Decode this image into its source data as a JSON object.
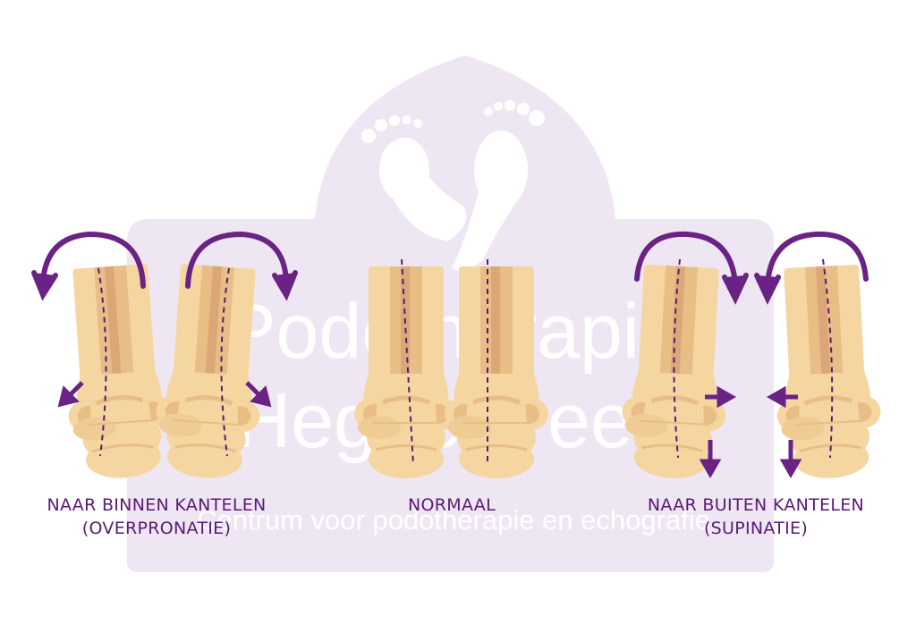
{
  "watermark": {
    "line1": "Podotherapie",
    "line2": "Heggestreek",
    "line3": "Centrum voor podotherapie en echografie"
  },
  "captions": {
    "left_line1": "NAAR BINNEN KANTELEN",
    "left_line2": "(OVERPRONATIE)",
    "middle": "NORMAAL",
    "right_line1": "NAAR BUITEN KANTELEN",
    "right_line2": "(SUPINATIE)"
  },
  "colors": {
    "watermark_fill": "#efe6f3",
    "watermark_text": "#ffffff",
    "caption_text": "#5a1a73",
    "arrow": "#6a2384",
    "bone_light": "#f5d6a0",
    "bone_mid": "#e9bd86",
    "bone_dark": "#dca777",
    "axis_line": "#5a1a73"
  },
  "icons": {
    "watermark_logo": "footprints-icon",
    "rotation_arrow": "curved-arrow-icon",
    "direction_arrow": "straight-arrow-icon"
  }
}
